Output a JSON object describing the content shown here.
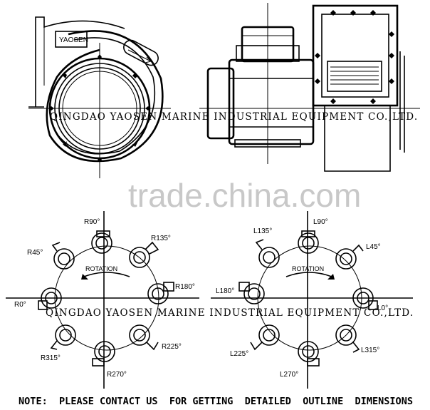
{
  "brand_plate": "YAOSEN",
  "company_watermark": "QINGDAO YAOSEN MARINE INDUSTRIAL EQUIPMENT CO.,LTD.",
  "site_watermark": "trade.china.com",
  "rotation_label": "ROTATION",
  "right_hand_positions": [
    "R90°",
    "R135°",
    "R45°",
    "R180°",
    "R0°",
    "R315°",
    "R225°",
    "R270°"
  ],
  "left_hand_positions": [
    "L90°",
    "L135°",
    "L45°",
    "L180°",
    "L0°",
    "L225°",
    "L315°",
    "L270°"
  ],
  "footer_note": "NOTE:  PLEASE CONTACT US  FOR GETTING  DETAILED  OUTLINE  DIMENSIONS"
}
